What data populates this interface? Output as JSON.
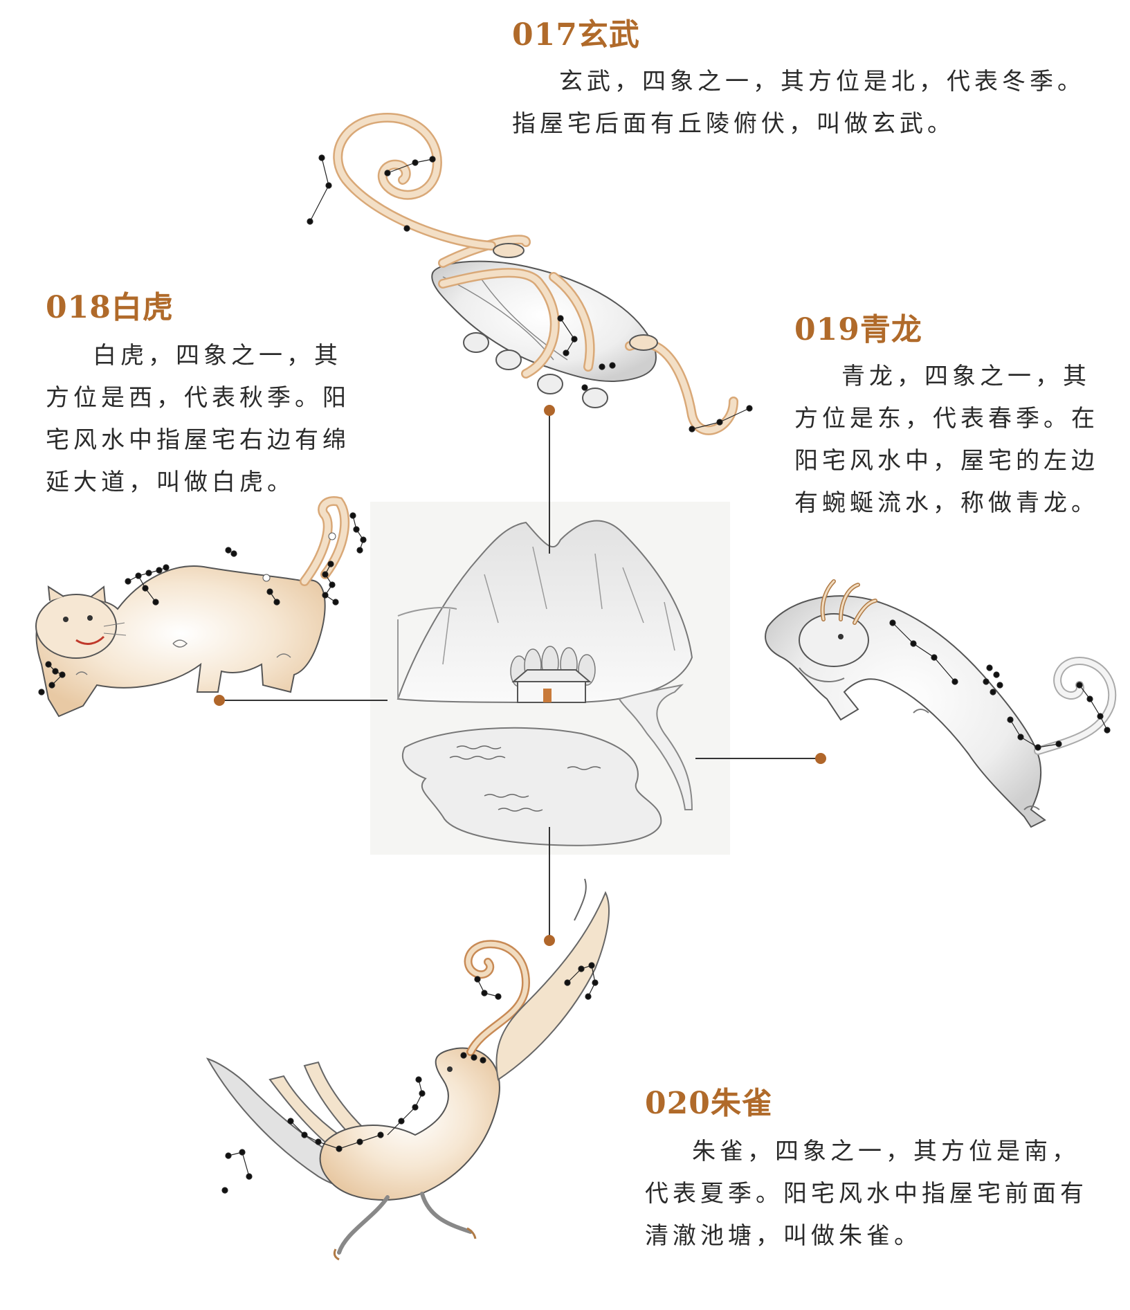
{
  "accent_color": "#b06a2a",
  "line_color": "#333333",
  "sections": {
    "xuanwu": {
      "title": "017玄武",
      "lines": [
        "玄武，四象之一，其方位是北，代表冬季。",
        "指屋宅后面有丘陵俯伏，叫做玄武。"
      ]
    },
    "baihu": {
      "title": "018白虎",
      "lines": [
        "白虎，四象之一，其",
        "方位是西，代表秋季。阳",
        "宅风水中指屋宅右边有绵",
        "延大道，叫做白虎。"
      ]
    },
    "qinglong": {
      "title": "019青龙",
      "lines": [
        "青龙，四象之一，其",
        "方位是东，代表春季。在",
        "阳宅风水中，屋宅的左边",
        "有蜿蜒流水，称做青龙。"
      ]
    },
    "zhuque": {
      "title": "020朱雀",
      "lines": [
        "朱雀，四象之一，其方位是南，",
        "代表夏季。阳宅风水中指屋宅前面有",
        "清澈池塘，叫做朱雀。"
      ]
    }
  },
  "icons": {
    "north": "turtle-snake-icon",
    "west": "tiger-icon",
    "east": "dragon-icon",
    "south": "phoenix-icon",
    "center": "landscape-house-icon"
  }
}
